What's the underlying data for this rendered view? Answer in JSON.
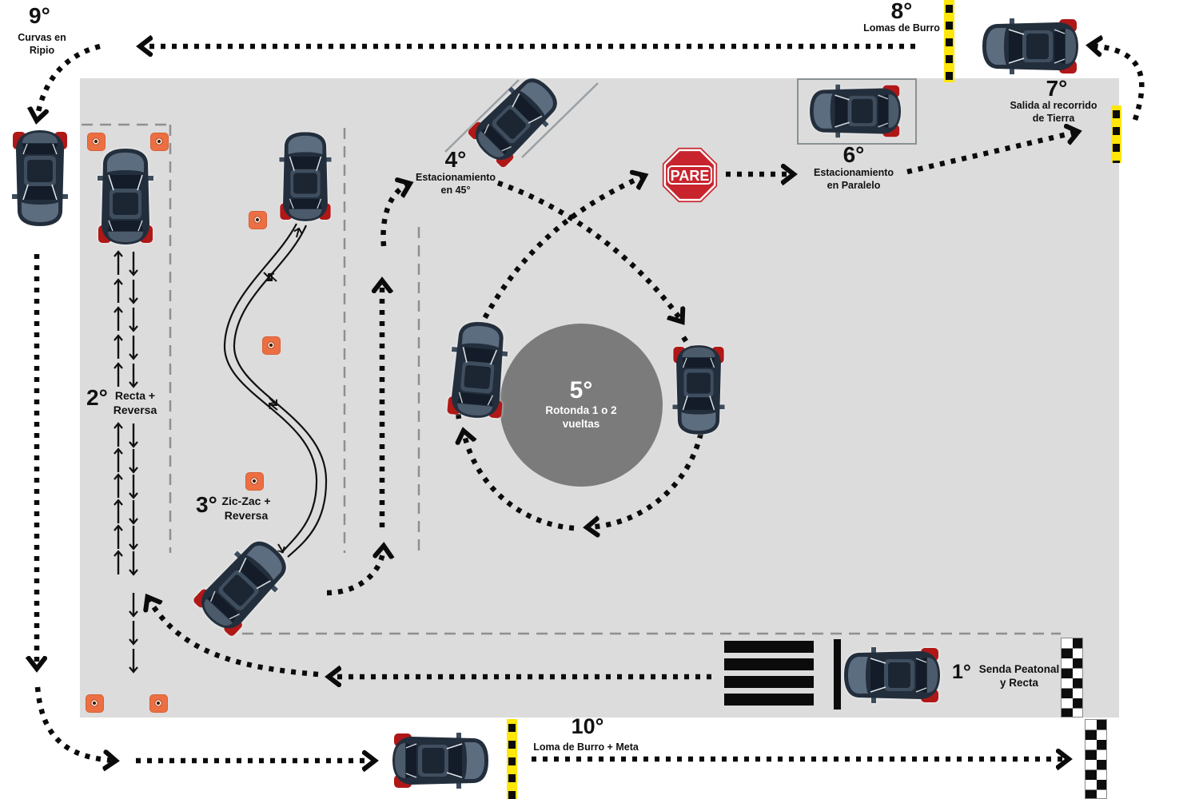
{
  "colors": {
    "course_surface": "#dcdcdc",
    "roundabout_gray": "#7b7b7b",
    "route_black": "#0b0b0b",
    "cone_orange": "#ec6f44",
    "caution_yellow": "#ffe60a",
    "stop_sign_red": "#c8242e",
    "car_body": "#232e3c",
    "car_rear_accent": "#b01717"
  },
  "stop_sign": {
    "text": "PARE"
  },
  "stations": [
    {
      "number": "1°",
      "label": "Senda Peatonal\ny Recta"
    },
    {
      "number": "2°",
      "label": "Recta +\nReversa"
    },
    {
      "number": "3°",
      "label": "Zic-Zac +\nReversa"
    },
    {
      "number": "4°",
      "label": "Estacionamiento\nen 45°"
    },
    {
      "number": "5°",
      "label": "Rotonda 1 o 2\nvueltas"
    },
    {
      "number": "6°",
      "label": "Estacionamiento\nen Paralelo"
    },
    {
      "number": "7°",
      "label": "Salida al recorrido\nde Tierra"
    },
    {
      "number": "8°",
      "label": "Lomas de Burro"
    },
    {
      "number": "9°",
      "label": "Curvas en Ripio"
    },
    {
      "number": "10°",
      "label": "Loma de Burro + Meta"
    }
  ],
  "course": {
    "recta_reversa_arrows": {
      "pairs_above_label": 5,
      "pairs_below_label": 6,
      "single_down": 3
    },
    "cone_count": 7,
    "car_count": 11
  }
}
